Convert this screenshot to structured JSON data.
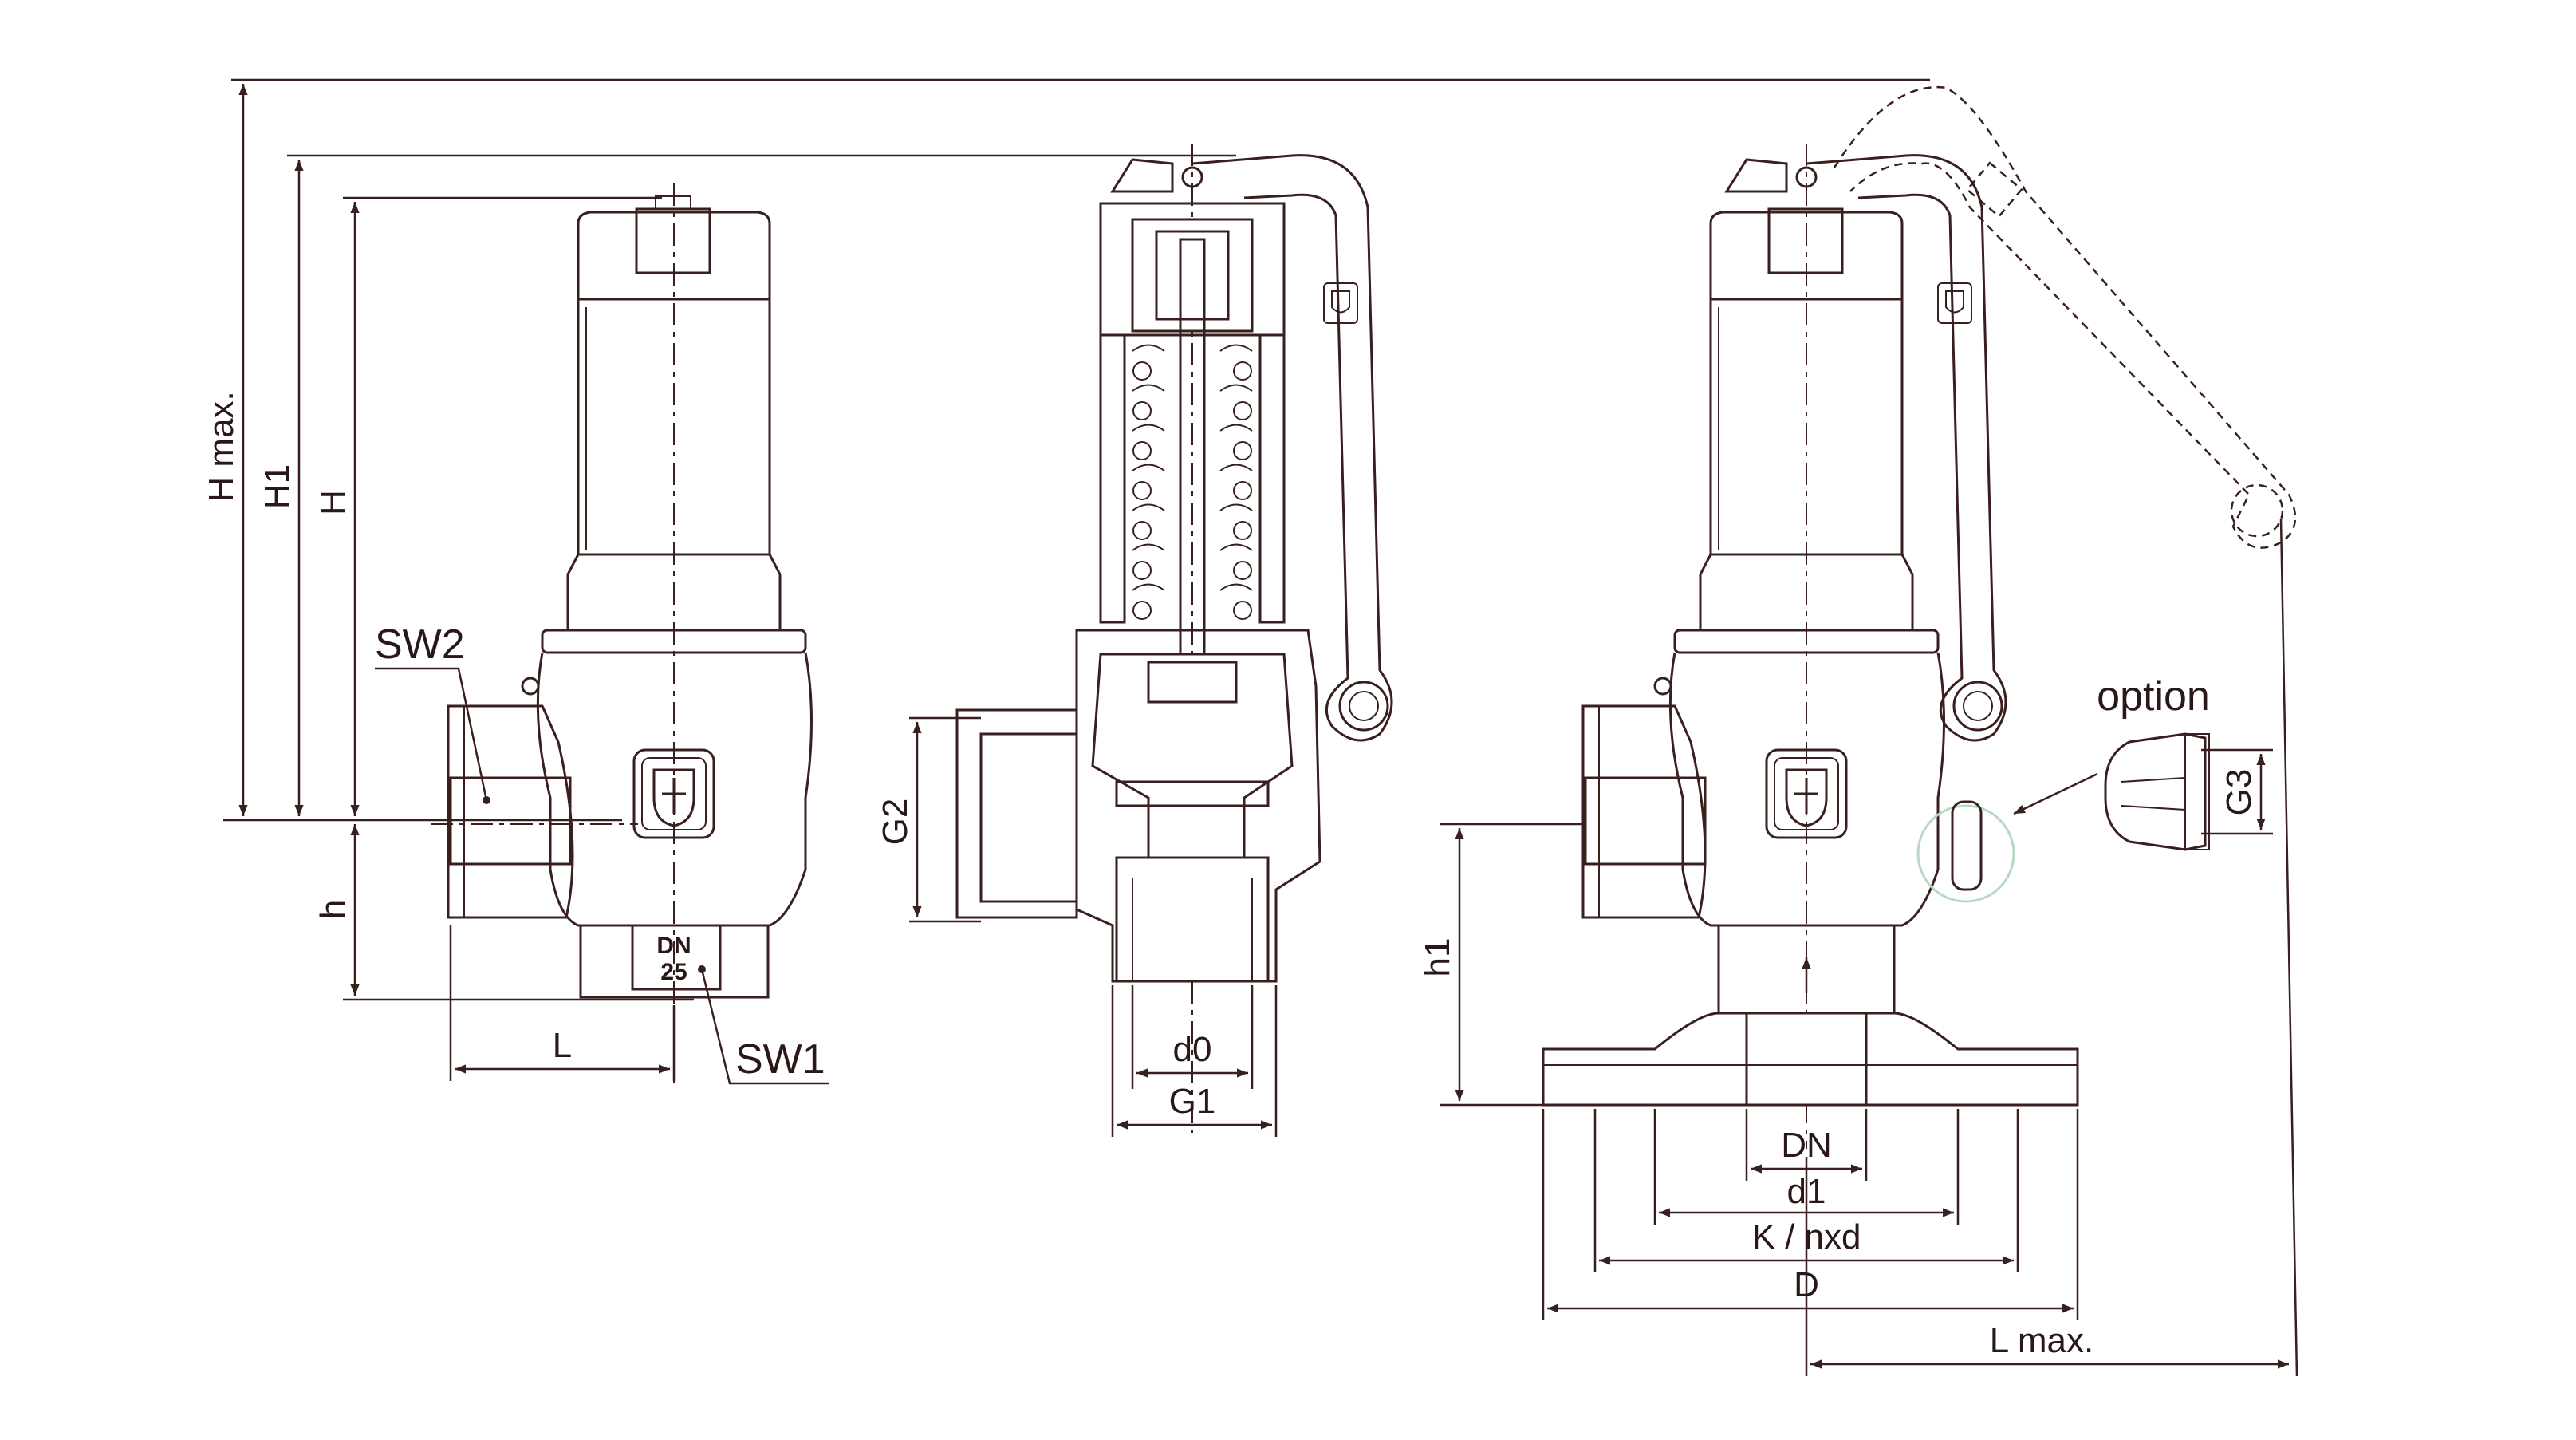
{
  "labels": {
    "h_max": "H max.",
    "h1_left": "H1",
    "h": "H",
    "h_small": "h",
    "sw2": "SW2",
    "sw1": "SW1",
    "l": "L",
    "dn25_line1": "DN",
    "dn25_line2": "25",
    "g2": "G2",
    "d0": "d0",
    "g1": "G1",
    "option": "option",
    "g3": "G3",
    "h1_right": "h1",
    "dn": "DN",
    "d1": "d1",
    "k_nxd": "K / nxd",
    "d": "D",
    "l_max": "L max."
  },
  "colors": {
    "line": "#3a1f1f",
    "background": "#ffffff",
    "accent_circle": "#b7d9c4"
  }
}
